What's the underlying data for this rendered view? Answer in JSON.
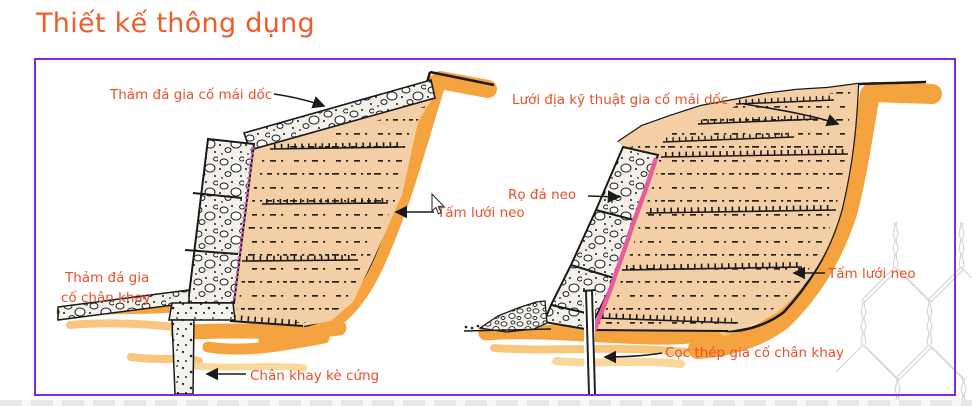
{
  "page": {
    "title": "Thiết kế thông dụng"
  },
  "colors": {
    "title": "#F15A29",
    "label": "#E8502A",
    "frame_border": "#7C2BE9",
    "terrain_orange": "#F5A33E",
    "terrain_orange_light": "#F8C67D",
    "soil_tan": "#F4CFA6",
    "interface_magenta": "#C75FA8",
    "interface_pink": "#E95C9B",
    "mesh_gray": "#D5D5D5"
  },
  "labels": {
    "left_slope_mattress": "Thảm đá gia cố mái dốc",
    "right_geogrid": "Lưới địa kỹ thuật gia cố mái dốc",
    "gabion_anchor": "Rọ đá neo",
    "left_mesh_panel": "Tấm lưới neo",
    "right_mesh_panel": "Tấm lưới neo",
    "left_toe_line1": "Thảm đá gia",
    "left_toe_line2": "cố chân khay",
    "steel_pile": "Cọc thép gia cố chân khay",
    "rigid_toe": "Chân khay kè cứng"
  }
}
